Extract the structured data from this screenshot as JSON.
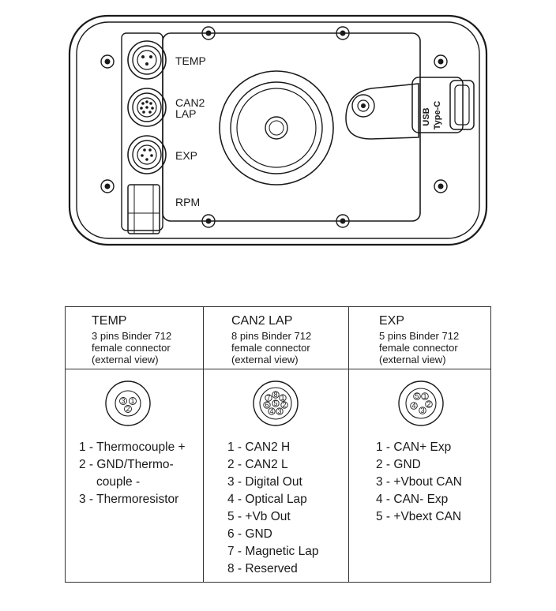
{
  "device": {
    "labels": {
      "temp": "TEMP",
      "can2_line1": "CAN2",
      "can2_line2": "LAP",
      "exp": "EXP",
      "rpm": "RPM",
      "usb_line1": "USB",
      "usb_line2": "Type-C"
    }
  },
  "table": {
    "columns": [
      {
        "title": "TEMP",
        "desc": [
          "3 pins Binder 712",
          "female connector",
          "(external view)"
        ],
        "pin_numbers": [
          "1",
          "2",
          "3"
        ],
        "pins": [
          "1 - Thermocouple +",
          "2 - GND/Thermo-",
          "couple -",
          "3 - Thermoresistor"
        ]
      },
      {
        "title": "CAN2 LAP",
        "desc": [
          "8 pins Binder 712",
          "female connector",
          "(external view)"
        ],
        "pin_numbers": [
          "1",
          "2",
          "3",
          "4",
          "5",
          "6",
          "7",
          "8"
        ],
        "pins": [
          "1 - CAN2 H",
          "2 - CAN2 L",
          "3 - Digital Out",
          "4 - Optical Lap",
          "5 - +Vb Out",
          "6 - GND",
          "7 - Magnetic Lap",
          "8 - Reserved"
        ]
      },
      {
        "title": "EXP",
        "desc": [
          "5 pins Binder 712",
          "female connector",
          "(external view)"
        ],
        "pin_numbers": [
          "1",
          "2",
          "3",
          "4",
          "5"
        ],
        "pins": [
          "1 - CAN+ Exp",
          "2 - GND",
          "3 - +Vbout CAN",
          "4 - CAN- Exp",
          "5 - +Vbext CAN"
        ]
      }
    ]
  }
}
